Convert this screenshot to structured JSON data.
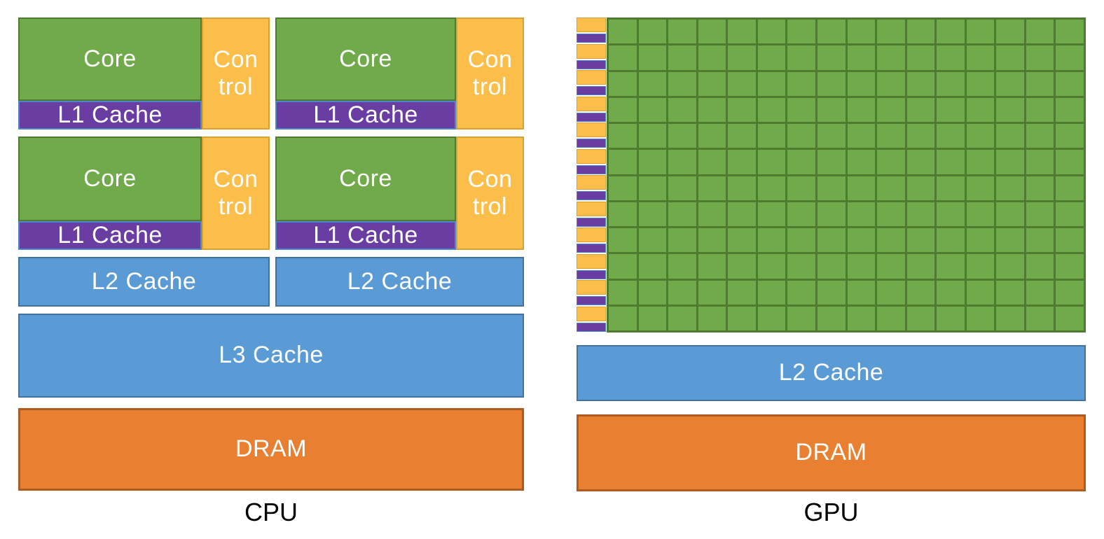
{
  "cpu": {
    "caption": "CPU",
    "core_label": "Core",
    "control_label": "Con\ntrol",
    "l1_label": "L1 Cache",
    "l2_label": "L2 Cache",
    "l3_label": "L3 Cache",
    "dram_label": "DRAM",
    "core_unit_count": 4,
    "l2_bar_count": 2
  },
  "gpu": {
    "caption": "GPU",
    "l2_label": "L2 Cache",
    "dram_label": "DRAM",
    "grid_rows": 12,
    "grid_cols": 16,
    "control_l1_pair_count": 12
  },
  "colors": {
    "core_green": "#71AA4B",
    "green_border": "#4E7B2F",
    "control_gold": "#FBBE4B",
    "gold_border": "#D9A032",
    "l1_purple": "#6A3DA3",
    "purple_border": "#4E87C7",
    "cache_blue": "#5B9BD5",
    "blue_border": "#41719C",
    "dram_orange": "#E97F31",
    "orange_border": "#AD5B21",
    "label_text": "#FFFFFF",
    "caption_text": "#000000"
  }
}
